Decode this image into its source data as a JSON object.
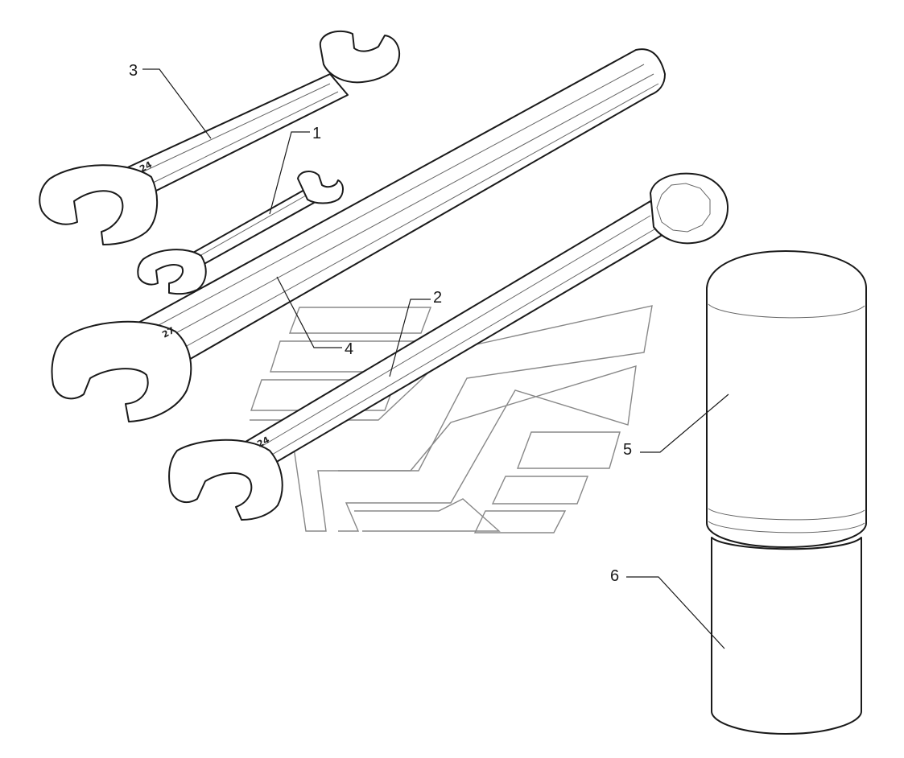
{
  "diagram": {
    "callouts": [
      {
        "label": "1",
        "part": "small-open-end-wrench"
      },
      {
        "label": "2",
        "part": "combination-wrench"
      },
      {
        "label": "3",
        "part": "medium-open-end-wrench"
      },
      {
        "label": "4",
        "part": "large-open-end-wrench"
      },
      {
        "label": "5",
        "part": "tool-roll-upper"
      },
      {
        "label": "6",
        "part": "tool-roll-lower"
      }
    ],
    "stamps": {
      "large_wrench_size": "27",
      "medium_wrench_size": "24",
      "combination_wrench_size": "24"
    },
    "colors": {
      "line": "#1a1a1a",
      "logo_watermark": "#888888",
      "background": "#ffffff"
    }
  }
}
